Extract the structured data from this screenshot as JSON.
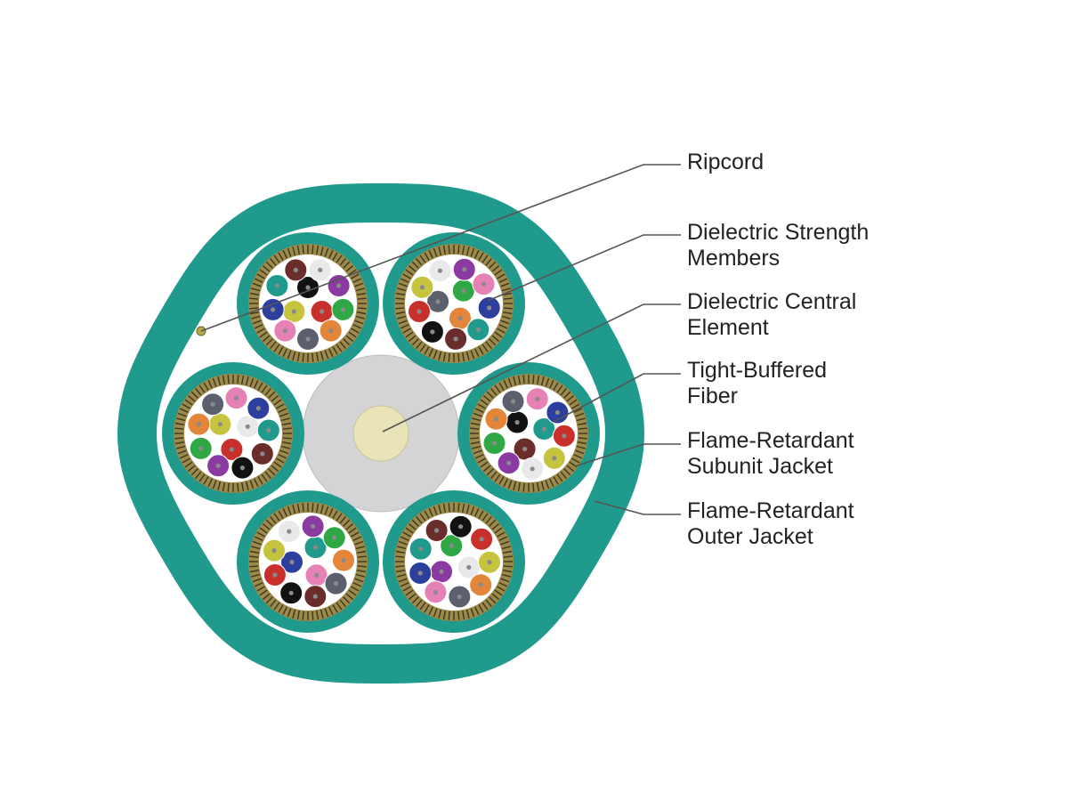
{
  "colors": {
    "outer_jacket": "#1f9a8c",
    "subunit_jacket": "#1f9a8c",
    "strength_members": "#9c8a4a",
    "central_element": "#d4d4d6",
    "central_core": "#e8e4b8",
    "leader_line": "#555555",
    "fibers": [
      "#111111",
      "#c8302c",
      "#c6c43e",
      "#e9e9ec",
      "#8a3aa0",
      "#2fa745",
      "#e4863a",
      "#5c5f6e",
      "#e581b4",
      "#2d3f9c",
      "#1f9a8c",
      "#6b2d2a"
    ]
  },
  "labels": [
    {
      "id": "ripcord",
      "lines": [
        "Ripcord"
      ]
    },
    {
      "id": "dielectric-strength-members",
      "lines": [
        "Dielectric Strength",
        "Members"
      ]
    },
    {
      "id": "dielectric-central-element",
      "lines": [
        "Dielectric Central",
        "Element"
      ]
    },
    {
      "id": "tight-buffered-fiber",
      "lines": [
        "Tight-Buffered",
        "Fiber"
      ]
    },
    {
      "id": "flame-retardant-subunit-jacket",
      "lines": [
        "Flame-Retardant",
        "Subunit Jacket"
      ]
    },
    {
      "id": "flame-retardant-outer-jacket",
      "lines": [
        "Flame-Retardant",
        "Outer Jacket"
      ]
    }
  ],
  "subunit_count": 6,
  "fibers_per_subunit": 12
}
